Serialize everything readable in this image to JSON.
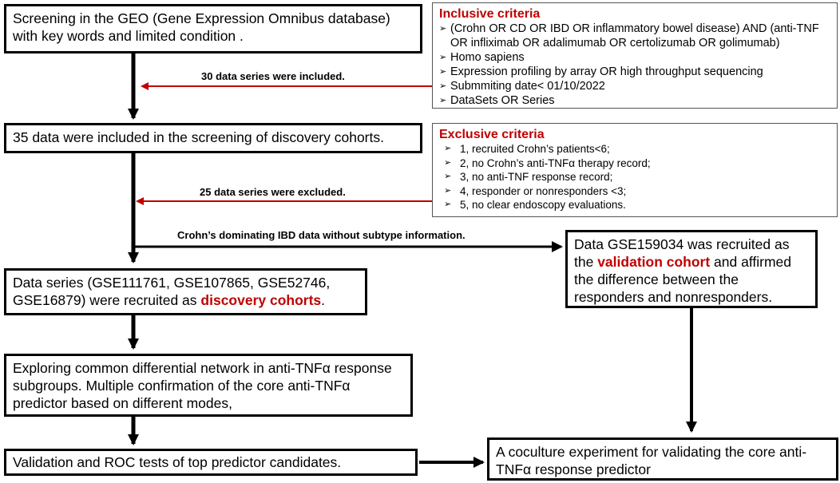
{
  "boxes": {
    "screening": "Screening in the GEO (Gene Expression Omnibus database) with key words and limited condition .",
    "included35": "35 data were included in the screening of discovery cohorts.",
    "discovery_pre": "Data series (GSE111761,  GSE107865,  GSE52746, GSE16879) were recruited as ",
    "discovery_hl": "discovery cohorts",
    "discovery_post": ".",
    "validation_pre": "Data GSE159034 was recruited as the ",
    "validation_hl": "validation cohort",
    "validation_post": " and affirmed the difference between the responders and nonresponders.",
    "exploring": "Exploring common differential network in anti-TNFα response subgroups. Multiple confirmation of the core anti-TNFα predictor based on different modes,",
    "roc": "Validation and ROC tests of top predictor candidates.",
    "coculture": "A coculture experiment for validating the core anti-TNFα response predictor"
  },
  "inclusive": {
    "title": "Inclusive criteria",
    "items": [
      "(Crohn OR CD OR IBD OR inflammatory bowel disease) AND (anti-TNF OR infliximab OR adalimumab OR certolizumab OR golimumab)",
      "Homo sapiens",
      "Expression profiling by array OR high throughput sequencing",
      "Submmiting date< 01/10/2022",
      "DataSets OR Series"
    ]
  },
  "exclusive": {
    "title": "Exclusive criteria",
    "items": [
      "1, recruited Crohn’s patients<6;",
      "2, no Crohn’s anti-TNFα therapy record;",
      "3, no anti-TNF response record;",
      "4, responder or nonresponders <3;",
      "5, no clear endoscopy evaluations."
    ]
  },
  "labels": {
    "included": "30 data series were included.",
    "excluded": "25 data series were excluded.",
    "crohns": "Crohn’s dominating IBD data without subtype information."
  },
  "colors": {
    "accent_red": "#c00000",
    "arrow_black": "#000000"
  }
}
